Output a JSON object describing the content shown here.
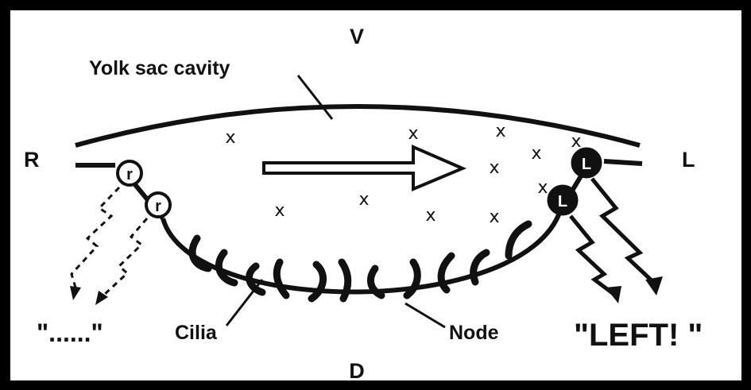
{
  "labels": {
    "ventral": "V",
    "dorsal": "D",
    "right": "R",
    "left": "L",
    "yolk_sac": "Yolk sac cavity",
    "cilia": "Cilia",
    "node": "Node",
    "right_signal": "\"......\"",
    "left_signal": "\"LEFT! \""
  },
  "receptor_right_glyph": "r",
  "receptor_left_glyph": "L",
  "particle_glyph": "x",
  "colors": {
    "background": "#000000",
    "panel": "#ffffff",
    "ink": "#111111"
  }
}
